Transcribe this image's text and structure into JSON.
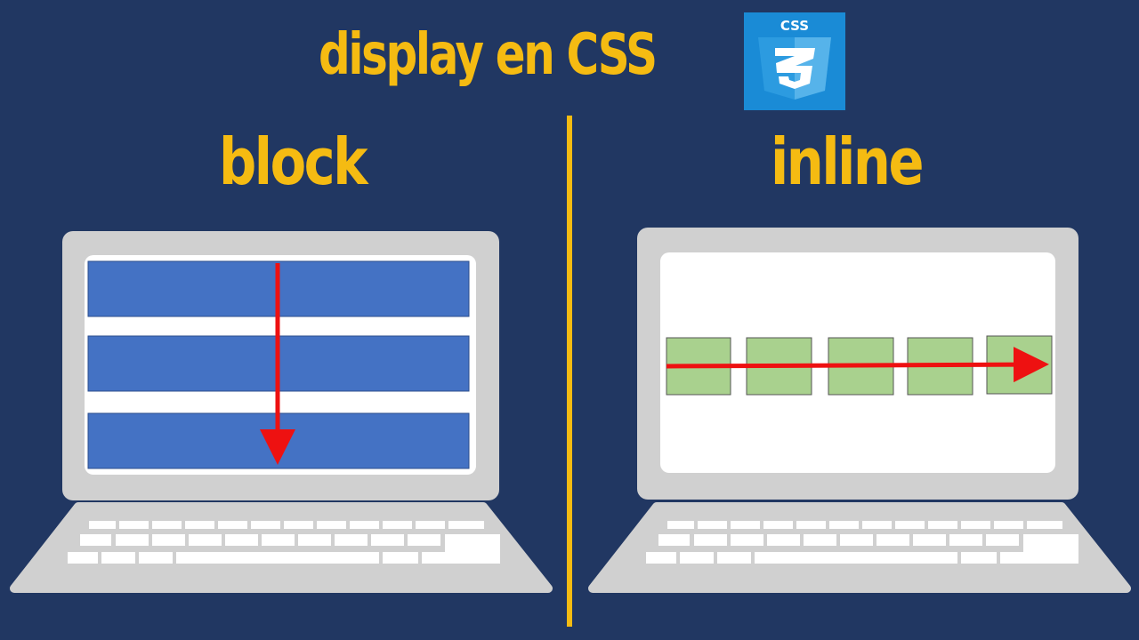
{
  "title": "display en CSS",
  "logo": {
    "text": "CSS",
    "icon": "css3-logo-icon"
  },
  "left_label": "block",
  "right_label": "inline",
  "colors": {
    "background": "#213762",
    "accent": "#f5bb12",
    "laptop": "#d0d0d0",
    "block_box": "#4472c4",
    "inline_box": "#a9d18e",
    "arrow": "#ee1111"
  },
  "block_boxes": 3,
  "inline_boxes": 5
}
